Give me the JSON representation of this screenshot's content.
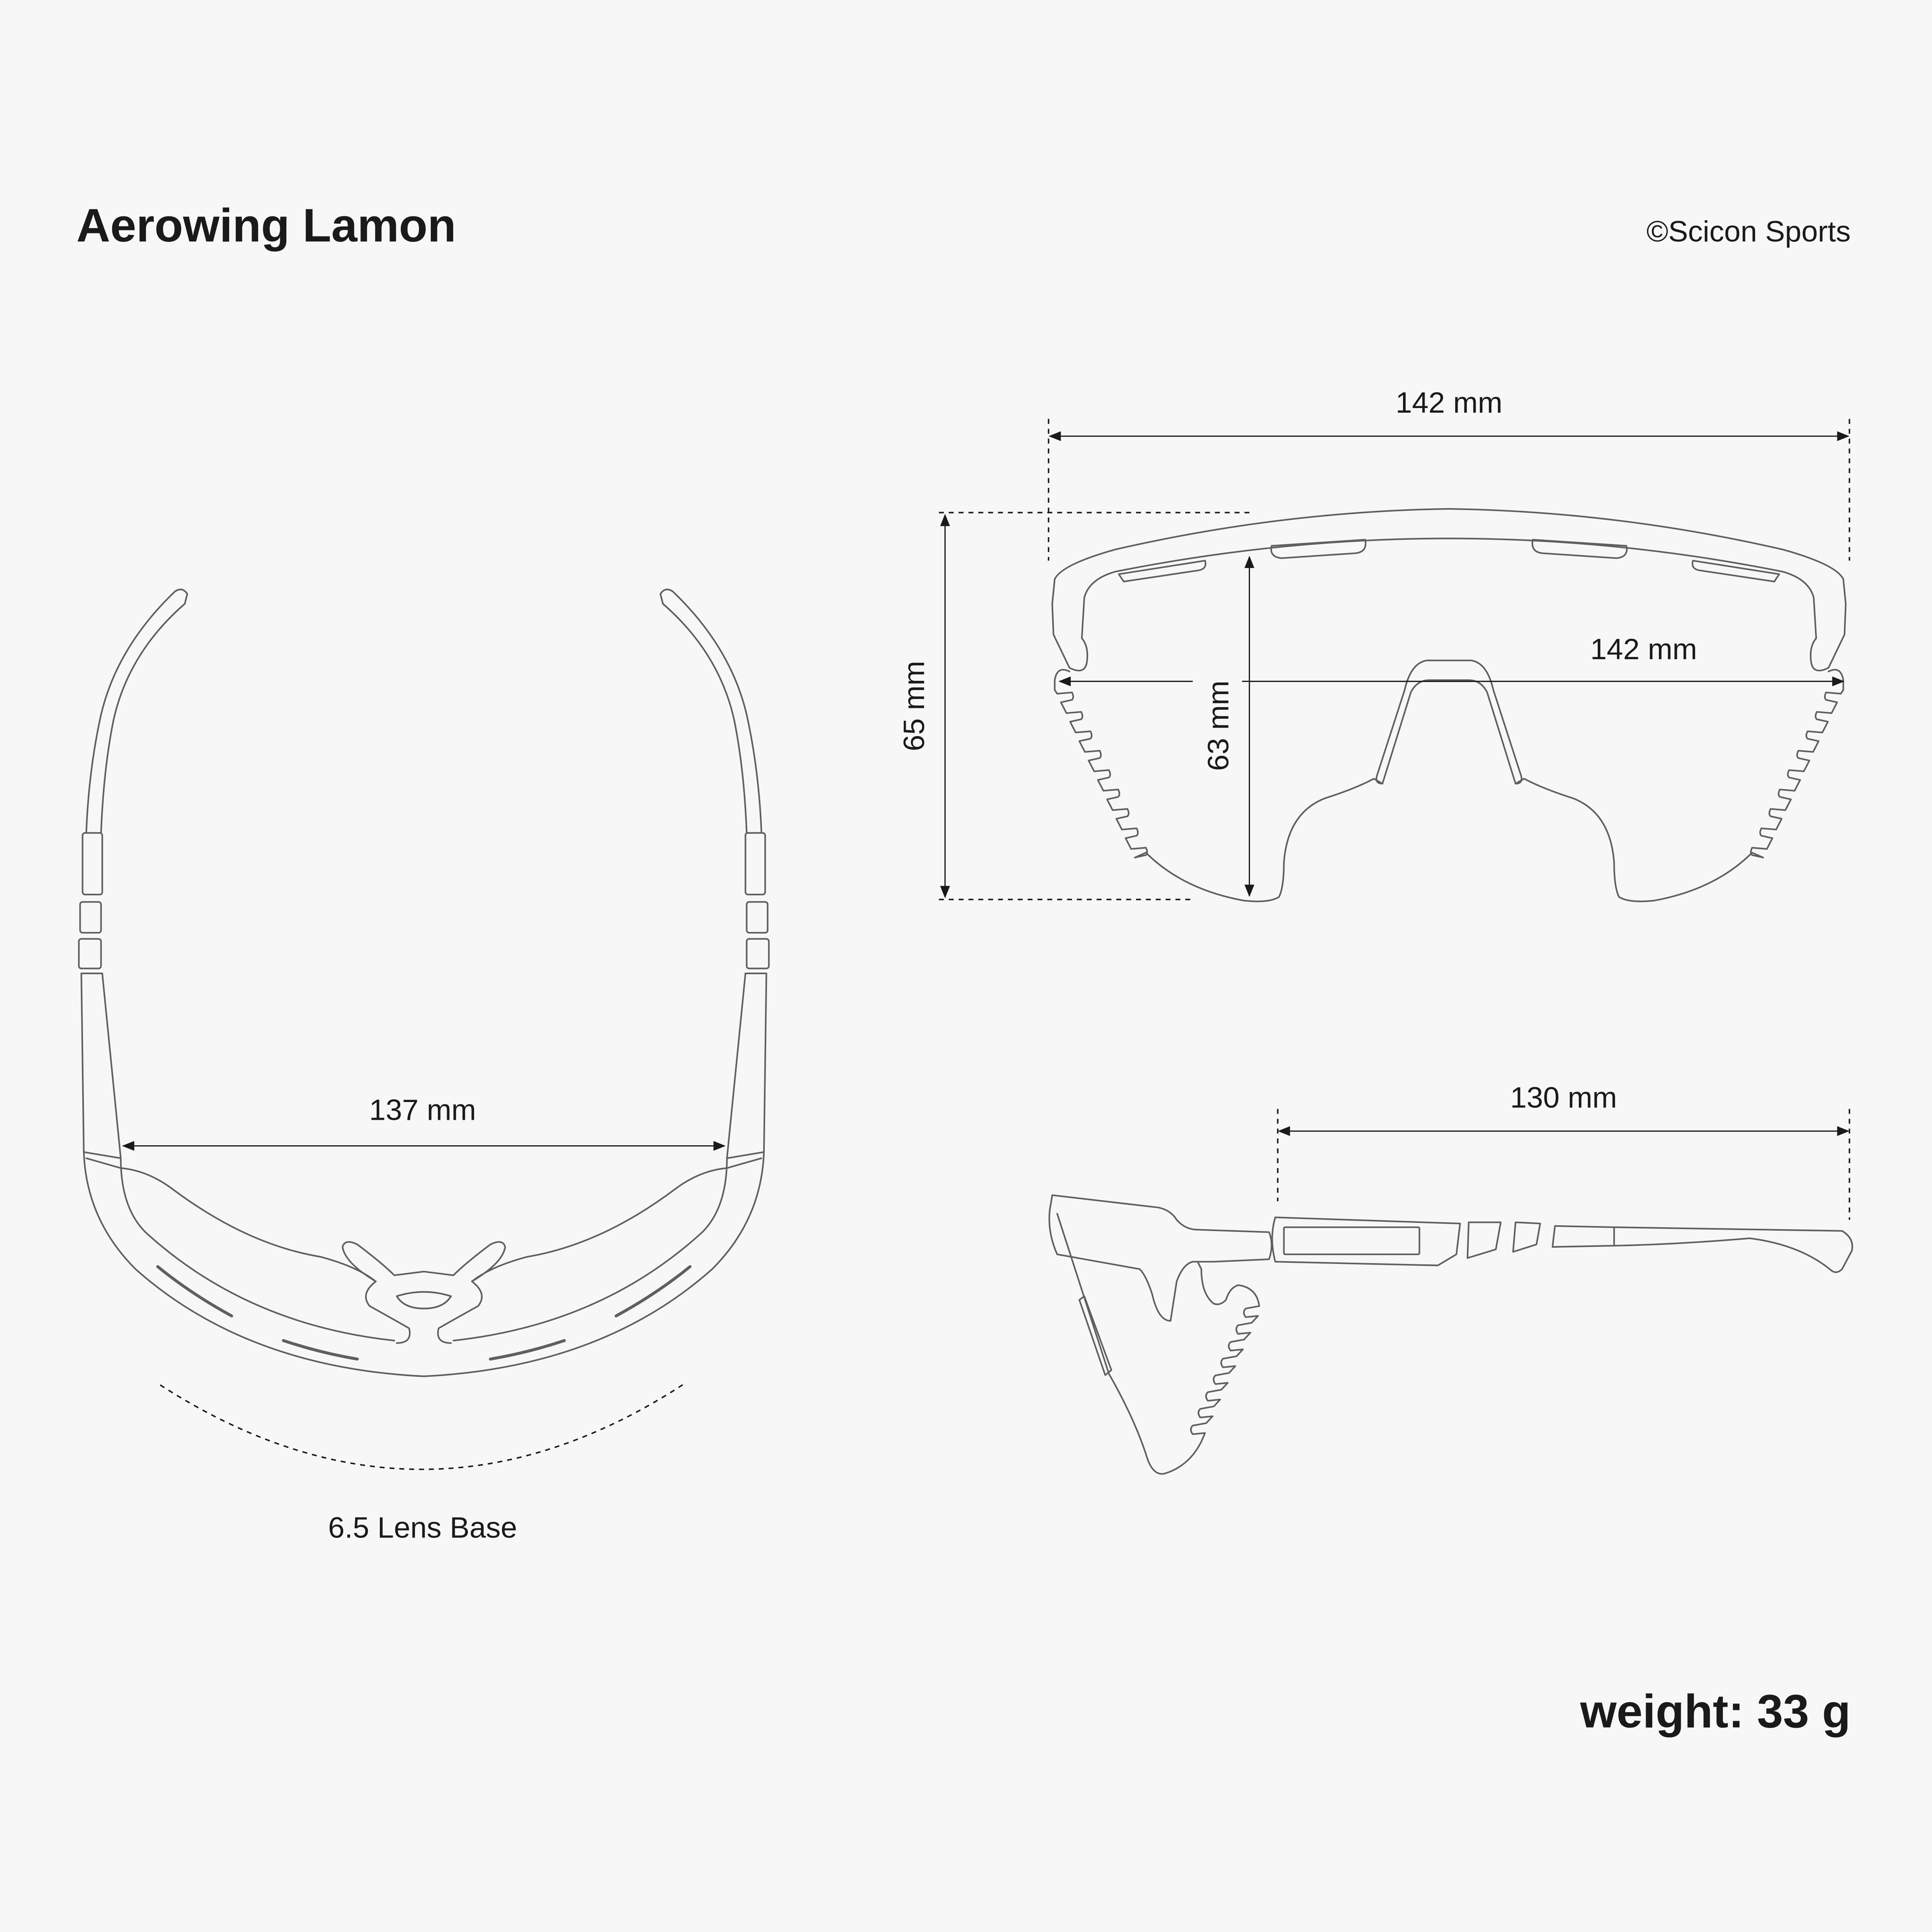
{
  "title": "Aerowing Lamon",
  "copyright": "©Scicon Sports",
  "weight": "weight: 33 g",
  "top_view": {
    "width_label": "137 mm",
    "lens_base_label": "6.5 Lens Base"
  },
  "front_view": {
    "overall_width_label": "142 mm",
    "lens_width_label": "142 mm",
    "overall_height_label": "65 mm",
    "lens_height_label": "63 mm"
  },
  "side_view": {
    "temple_length_label": "130 mm"
  },
  "colors": {
    "background": "#f7f7f7",
    "outline": "#5f5f5f",
    "text": "#1a1a1a"
  }
}
